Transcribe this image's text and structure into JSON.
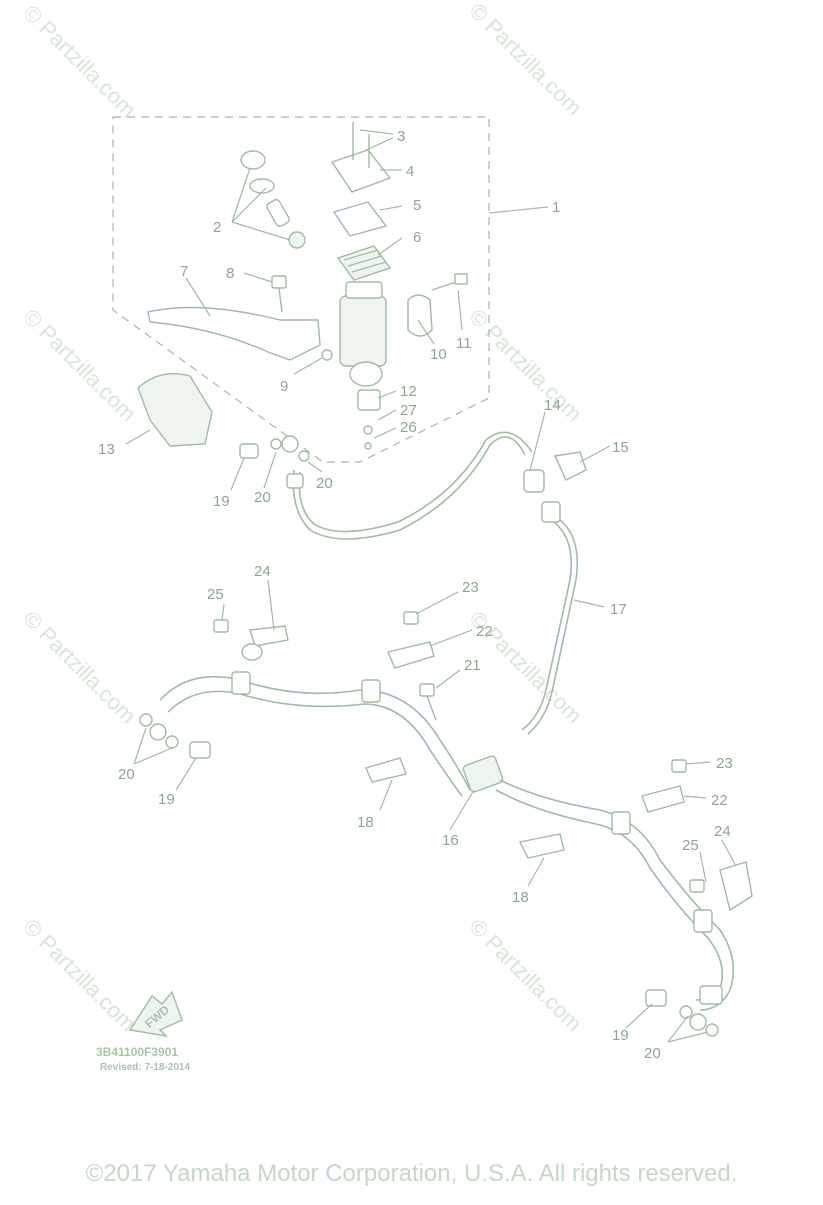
{
  "watermark": "© Partzilla.com",
  "callouts": [
    "1",
    "2",
    "3",
    "4",
    "5",
    "6",
    "7",
    "8",
    "9",
    "10",
    "11",
    "12",
    "13",
    "14",
    "15",
    "16",
    "17",
    "18",
    "19",
    "20",
    "21",
    "22",
    "23",
    "24",
    "25",
    "26",
    "27"
  ],
  "diagram_code": "3B41100F3901",
  "revised": "Revised: 7-18-2014",
  "fwd_label": "FWD",
  "copyright": "©2017 Yamaha Motor Corporation, U.S.A. All rights reserved."
}
